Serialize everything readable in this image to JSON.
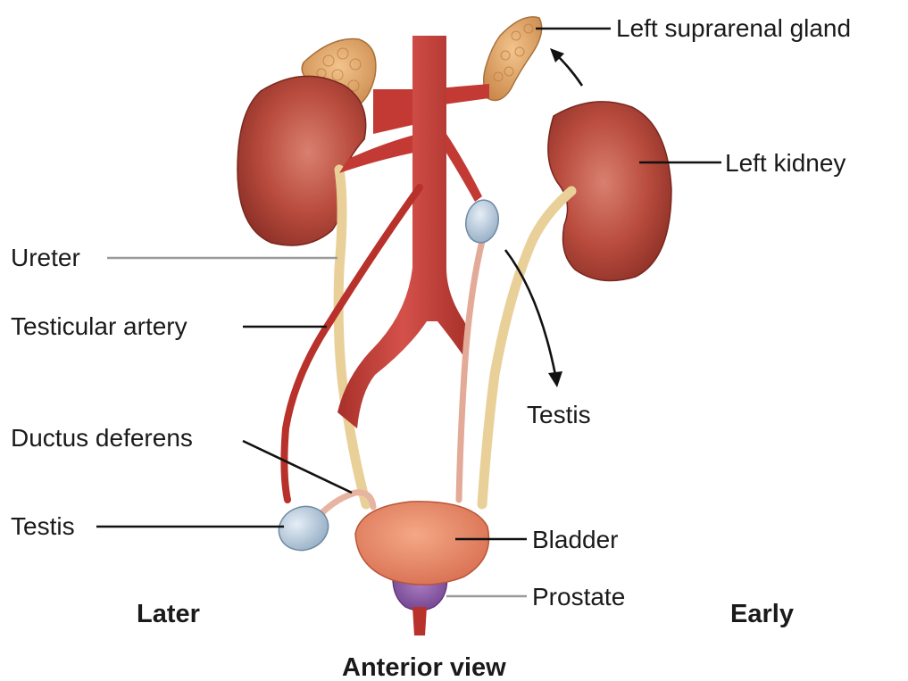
{
  "labels": {
    "left_suprarenal_gland": "Left suprarenal gland",
    "left_kidney": "Left kidney",
    "ureter": "Ureter",
    "testicular_artery": "Testicular artery",
    "testis_right": "Testis",
    "ductus_deferens": "Ductus deferens",
    "testis_left": "Testis",
    "bladder": "Bladder",
    "prostate": "Prostate"
  },
  "positions": {
    "later": "Later",
    "early": "Early"
  },
  "caption": "Anterior view",
  "colors": {
    "kidney": "#b5483c",
    "kidney_highlight": "#d97a68",
    "adrenal": "#e3ab6e",
    "aorta": "#c23a33",
    "ureter": "#ead29a",
    "bladder": "#ea8a6c",
    "prostate": "#8c5aa8",
    "testis": "#b9cde0",
    "ductus": "#e8b4a2"
  }
}
